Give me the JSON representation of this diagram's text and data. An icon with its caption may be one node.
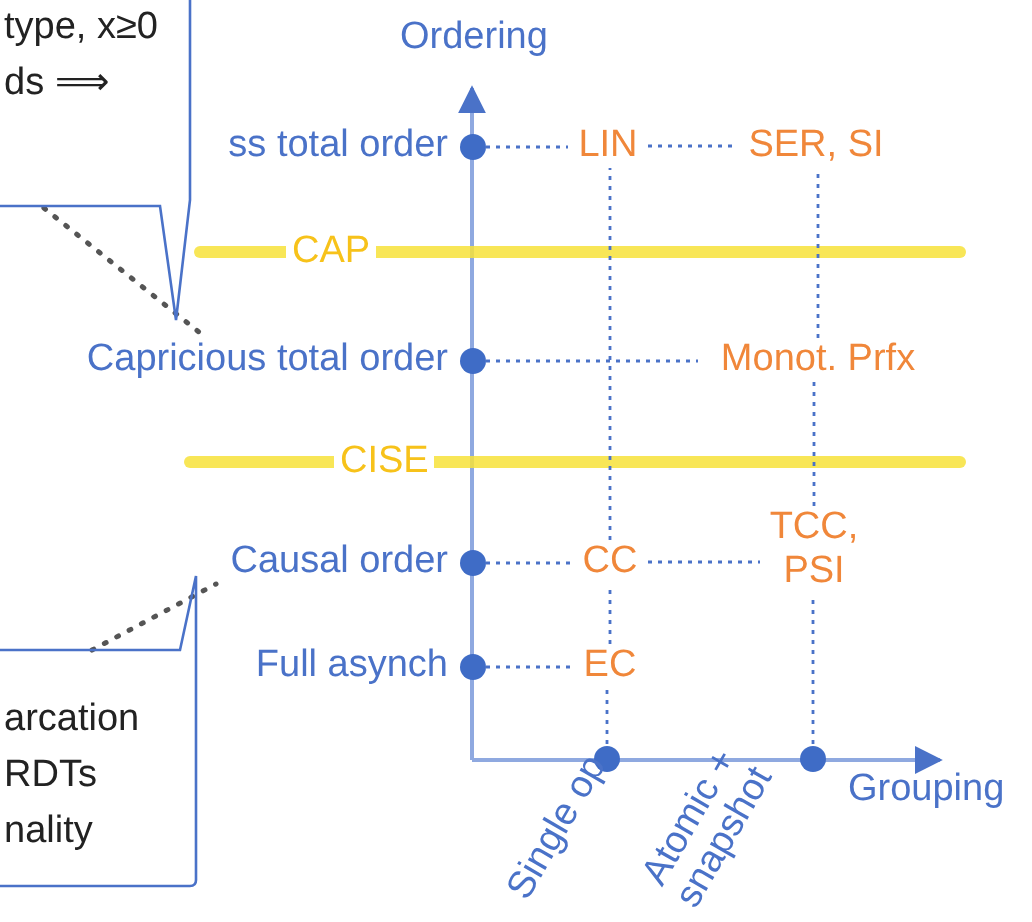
{
  "diagram": {
    "nodes": [
      {
        "text": [
          "type, x≥0 ds ⟹"
        ]
      },
      {
        "text": [
          "ss total order"
        ]
      },
      {
        "text": [
          "LIN"
        ]
      },
      {
        "text": [
          "SER, SI"
        ]
      },
      {
        "text": [
          "CAP"
        ]
      },
      {
        "text": [
          "Capricious total order"
        ]
      },
      {
        "text": [
          "Monot. Prfx"
        ]
      },
      {
        "text": [
          "CISE"
        ]
      },
      {
        "text": [
          "Causal order"
        ]
      },
      {
        "text": [
          "CC"
        ]
      },
      {
        "text": [
          "TCC, PSI"
        ]
      },
      {
        "text": [
          "arcation RDTs nality"
        ]
      },
      {
        "text": [
          "Full asynch"
        ]
      },
      {
        "text": [
          "EC"
        ]
      },
      {
        "text": [
          "Single op"
        ]
      },
      {
        "text": [
          "Atomic + snapshot"
        ]
      }
    ],
    "edges": [
      {
        "from": 0,
        "to": 5,
        "arrow": "none",
        "style": "dashed",
        "color": "#555555"
      },
      {
        "from": 11,
        "to": 8,
        "arrow": "none",
        "style": "dashed",
        "color": "#555555"
      },
      {
        "from": 1,
        "to": 2,
        "arrow": "none",
        "style": "dashed"
      },
      {
        "from": 2,
        "to": 3,
        "arrow": "none",
        "style": "dashed"
      },
      {
        "from": 5,
        "to": 6,
        "arrow": "none",
        "style": "dashed"
      },
      {
        "from": 8,
        "to": 9,
        "arrow": "none",
        "style": "dashed"
      },
      {
        "from": 9,
        "to": 10,
        "arrow": "none",
        "style": "dashed"
      },
      {
        "from": 12,
        "to": 13,
        "arrow": "none",
        "style": "dashed"
      },
      {
        "from": 14,
        "to": 13,
        "arrow": "none",
        "style": "dashed"
      },
      {
        "from": 13,
        "to": 9,
        "arrow": "none",
        "style": "dashed"
      },
      {
        "from": 9,
        "to": 2,
        "arrow": "none",
        "style": "dashed"
      },
      {
        "from": 15,
        "to": 10,
        "arrow": "none",
        "style": "dashed"
      },
      {
        "from": 10,
        "to": 6,
        "arrow": "none",
        "style": "dashed"
      },
      {
        "from": 6,
        "to": 3,
        "arrow": "none",
        "style": "dashed"
      }
    ],
    "labels": [
      "Ordering",
      "Grouping"
    ]
  }
}
